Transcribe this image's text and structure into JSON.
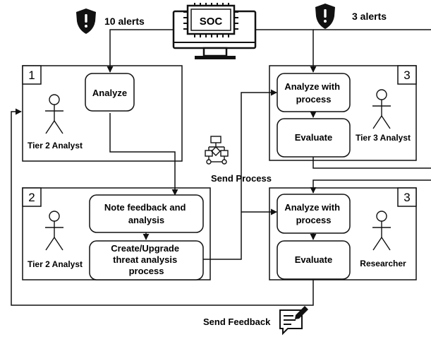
{
  "alerts": {
    "left": "10 alerts",
    "right": "3 alerts"
  },
  "soc_label": "SOC",
  "panels": {
    "p1": {
      "number": "1",
      "step": "Analyze",
      "actor": "Tier 2 Analyst"
    },
    "p2": {
      "number": "2",
      "step1_lines": [
        "Note feedback and",
        "analysis"
      ],
      "step2_lines": [
        "Create/Upgrade",
        "threat analysis",
        "process"
      ],
      "actor": "Tier 2 Analyst"
    },
    "p3": {
      "number": "3",
      "step1_lines": [
        "Analyze with",
        "process"
      ],
      "step2": "Evaluate",
      "actor": "Tier 3 Analyst"
    },
    "p4": {
      "number": "3",
      "step1_lines": [
        "Analyze with",
        "process"
      ],
      "step2": "Evaluate",
      "actor": "Researcher"
    }
  },
  "labels": {
    "send_process": "Send Process",
    "send_feedback": "Send Feedback"
  },
  "icons": [
    "shield-alert-icon",
    "soc-monitor-icon",
    "process-flow-icon",
    "feedback-chat-icon"
  ]
}
